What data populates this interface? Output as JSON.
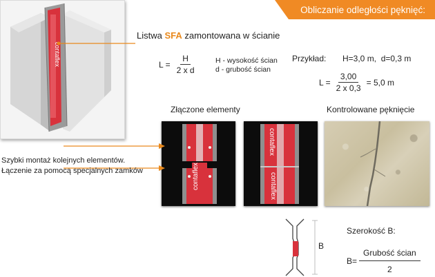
{
  "header": {
    "title": "Obliczanie odległości pęknięć:"
  },
  "callout_top": {
    "prefix": "Listwa ",
    "brand": "SFA",
    "suffix": " zamontowana w ścianie"
  },
  "formula": {
    "lhs": "L =",
    "numerator": "H",
    "denominator": "2 x d",
    "legend_h": "H - wysokość ścian",
    "legend_d": "d - grubość ścian"
  },
  "example": {
    "label": "Przykład:",
    "values": "H=3,0 m,  d=0,3 m",
    "lhs": "L =",
    "numerator": "3,00",
    "denominator": "2 x 0,3",
    "result": "= 5,0 m"
  },
  "sections": {
    "joined": "Złączone elementy",
    "controlled": "Kontrolowane pęknięcie"
  },
  "assembly_note": {
    "line1": "Szybki montaż kolejnych elementów.",
    "line2": "Łączenie za pomocą specjalnych zamków"
  },
  "product": {
    "print": "contaflex"
  },
  "width_formula": {
    "title": "Szerokość B:",
    "dim_label": "B",
    "lhs": "B=",
    "numerator": "Grubość ścian",
    "denominator": "2"
  },
  "colors": {
    "accent": "#f08a24",
    "strip_red": "#d8323c"
  }
}
